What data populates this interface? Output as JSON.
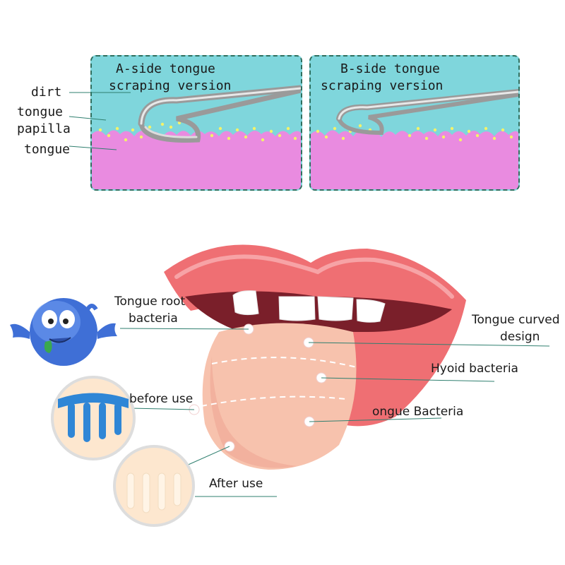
{
  "top_panels": {
    "a_title_line1": "A-side tongue",
    "a_title_line2": "scraping version",
    "b_title_line1": "B-side tongue",
    "b_title_line2": "scraping version",
    "labels": {
      "dirt": "dirt",
      "tongue_papilla_line1": "tongue",
      "tongue_papilla_line2": "papilla",
      "tongue": "tongue"
    }
  },
  "main_labels": {
    "tongue_root_line1": "Tongue root",
    "tongue_root_line2": "bacteria",
    "curved_line1": "Tongue curved",
    "curved_line2": "design",
    "hyoid": "Hyoid bacteria",
    "tongue_bacteria": "ongue Bacteria",
    "before_use": "before use",
    "after_use": "After use"
  },
  "colors": {
    "panel_bg": "#7fd6dc",
    "tongue_tissue": "#e98be0",
    "dirt": "#f3f26a",
    "lips": "#ef6f73",
    "tongue_main": "#f7c2ad",
    "bacteria_blue": "#3f6fd6"
  }
}
